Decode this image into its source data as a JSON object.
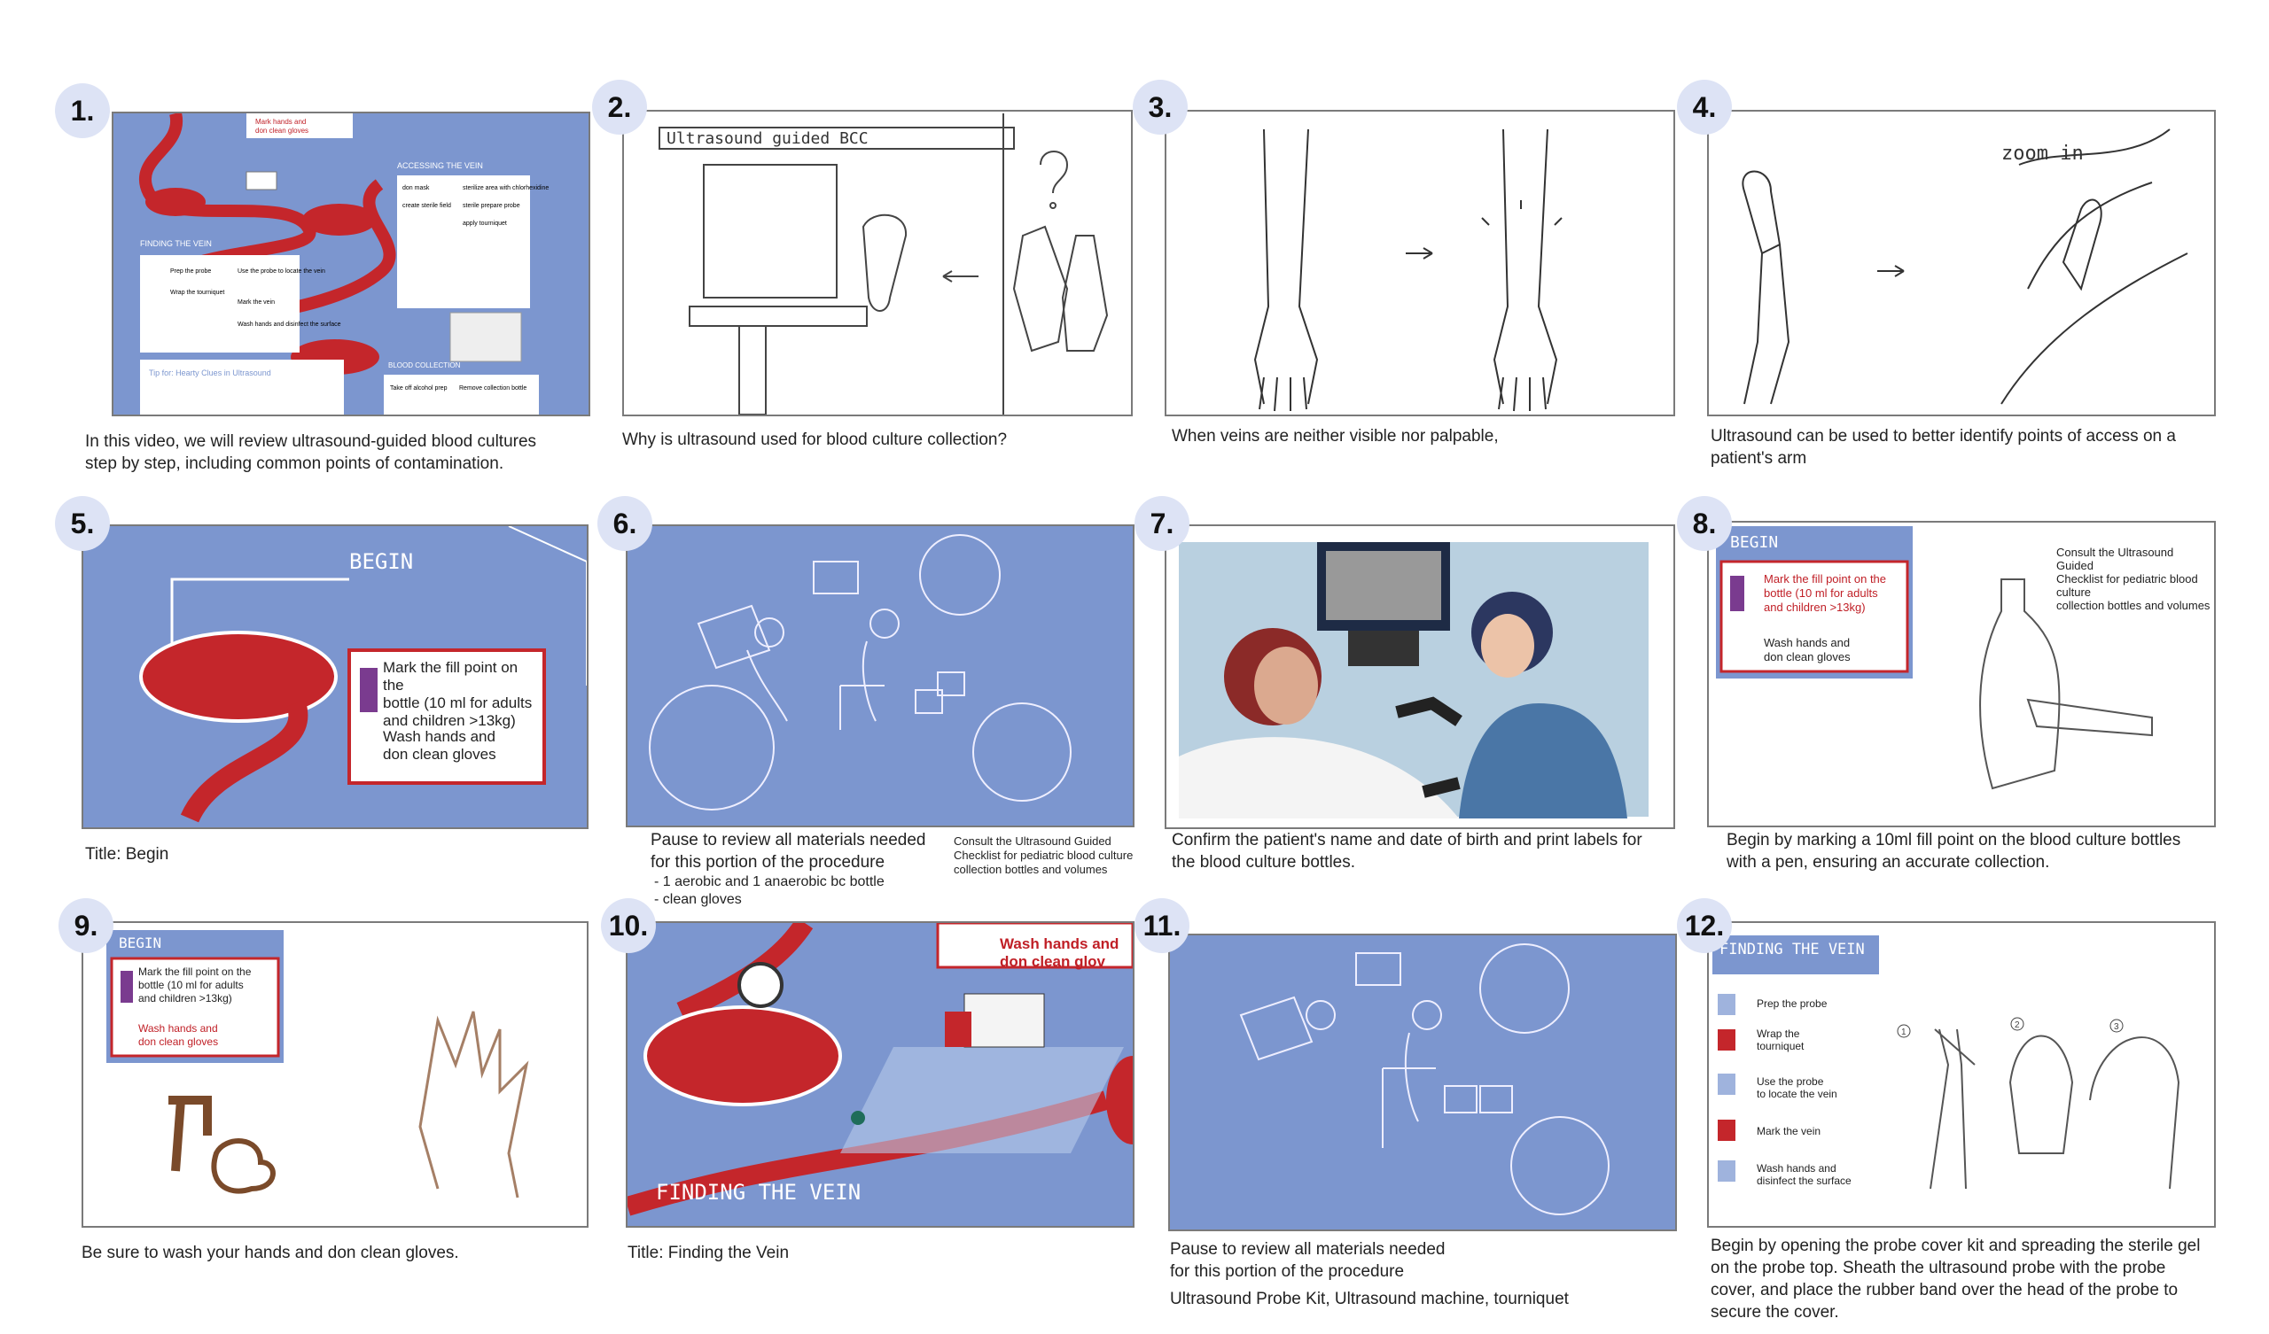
{
  "panels": [
    {
      "number": "1.",
      "caption": "In this video, we will review ultrasound-guided blood cultures\nstep by step, including common points of contamination.",
      "map_labels": [
        "Mark hands and",
        "don clean gloves",
        "ACCESSING THE VEIN",
        "FINDING THE VEIN",
        "Prep the probe",
        "Wrap the tourniquet",
        "Use the probe to locate the vein",
        "Mark the vein",
        "Wash hands and disinfect the surface",
        "don mask",
        "create sterile field",
        "sterilize area with chlorhexidine",
        "sterile prepare probe",
        "apply tourniquet",
        "BLOOD COLLECTION",
        "Take off alcohol prep",
        "Remove collection bottle",
        "Tip for: Hearty Clues in Ultrasound"
      ]
    },
    {
      "number": "2.",
      "caption": "Why is ultrasound used for blood culture collection?",
      "sketch_text": "Ultrasound guided BCC"
    },
    {
      "number": "3.",
      "caption": "When veins are neither visible nor palpable,"
    },
    {
      "number": "4.",
      "caption": "Ultrasound can be used to better identify points of access on a\npatient's arm",
      "sketch_text": "zoom in"
    },
    {
      "number": "5.",
      "caption": "Title: Begin",
      "heading": "BEGIN",
      "card_line1": "Mark the fill point on the\nbottle (10 ml for adults\nand children >13kg)",
      "card_line2": "Wash hands and\ndon clean gloves"
    },
    {
      "number": "6.",
      "caption": "Pause to review all materials needed\nfor this portion of the procedure",
      "bullets": "- 1 aerobic and 1 anaerobic bc bottle\n- clean gloves",
      "side_note": "Consult the Ultrasound Guided\nChecklist for pediatric blood  culture\ncollection bottles and volumes"
    },
    {
      "number": "7.",
      "caption": "Confirm the patient's name and date of birth and print labels for\nthe blood culture bottles."
    },
    {
      "number": "8.",
      "caption": "Begin by marking a 10ml fill point on the blood culture bottles\nwith a pen, ensuring an accurate collection.",
      "heading": "BEGIN",
      "card_line1": "Mark the fill point on the\nbottle (10 ml for adults\nand children >13kg)",
      "card_line2": "Wash hands and\ndon clean gloves",
      "side_note": "Consult the Ultrasound Guided\nChecklist for pediatric blood  culture\ncollection bottles and volumes"
    },
    {
      "number": "9.",
      "caption": "Be sure to wash your hands and don clean gloves.",
      "heading": "BEGIN",
      "card_line1": "Mark the fill point on the\nbottle (10 ml for adults\nand children >13kg)",
      "card_line2": "Wash hands and\ndon clean gloves"
    },
    {
      "number": "10.",
      "caption": "Title: Finding the Vein",
      "heading": "FINDING THE VEIN",
      "card_line2": "Wash hands and\ndon clean glov"
    },
    {
      "number": "11.",
      "caption": "Pause to review all materials needed\nfor this portion of the procedure",
      "bullets": "Ultrasound Probe Kit, Ultrasound machine, tourniquet"
    },
    {
      "number": "12.",
      "caption": "Begin by opening the probe cover kit and spreading the sterile gel\non the probe top. Sheath the ultrasound probe with the probe\ncover, and place the rubber band over the head of the probe to\nsecure the cover.",
      "heading": "FINDING THE VEIN",
      "steps": [
        "Prep the probe",
        "Wrap the\ntourniquet",
        "Use the probe\nto locate the vein",
        "Mark the vein",
        "Wash hands and\ndisinfect the surface"
      ],
      "sketch_marks": [
        "1",
        "2",
        "3"
      ]
    }
  ],
  "colors": {
    "panel_blue": "#7c96cf",
    "badge_bg": "#dde3f5",
    "vein_red": "#c4262b",
    "card_red_text": "#c01f26"
  }
}
